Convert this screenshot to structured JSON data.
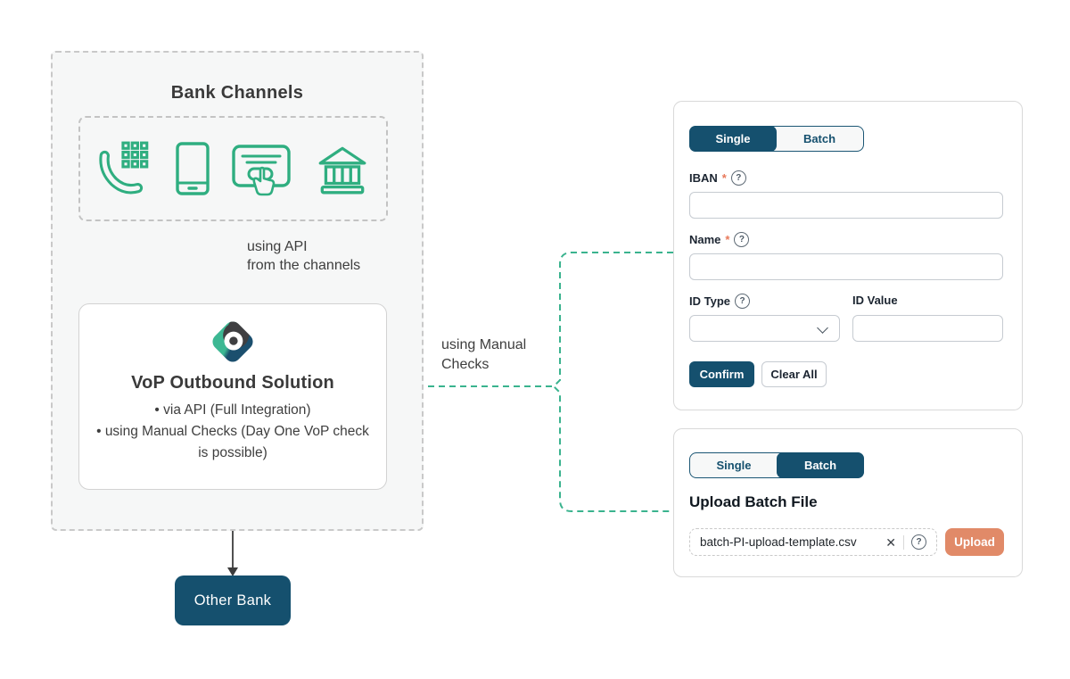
{
  "colors": {
    "accent_green": "#2fae80",
    "connector_teal": "#3ab38e",
    "navy": "#15506e",
    "salmon": "#e18a68",
    "required_marker": "#e8795a"
  },
  "diagram": {
    "bank_channels": {
      "title": "Bank Channels",
      "icons": [
        "phone-keypad-icon",
        "mobile-phone-icon",
        "card-tap-icon",
        "bank-building-icon"
      ]
    },
    "api_label_line1": "using API",
    "api_label_line2": "from the channels",
    "vop_box": {
      "title": "VoP Outbound Solution",
      "bullets": [
        "via API (Full Integration)",
        "using Manual Checks (Day One VoP check is possible)"
      ]
    },
    "manual_label_line1": "using Manual",
    "manual_label_line2": "Checks",
    "other_bank_label": "Other Bank"
  },
  "single_panel": {
    "tabs": [
      {
        "label": "Single",
        "active": true
      },
      {
        "label": "Batch",
        "active": false
      }
    ],
    "fields": {
      "iban_label": "IBAN",
      "name_label": "Name",
      "id_type_label": "ID Type",
      "id_value_label": "ID Value",
      "required_marker": "*",
      "help_glyph": "?",
      "iban_value": "",
      "name_value": "",
      "id_type_value": "",
      "id_value_value": ""
    },
    "buttons": {
      "confirm": "Confirm",
      "clear": "Clear All"
    }
  },
  "batch_panel": {
    "tabs": [
      {
        "label": "Single",
        "active": false
      },
      {
        "label": "Batch",
        "active": true
      }
    ],
    "heading": "Upload Batch File",
    "file_name": "batch-PI-upload-template.csv",
    "clear_glyph": "✕",
    "help_glyph": "?",
    "upload_label": "Upload"
  }
}
